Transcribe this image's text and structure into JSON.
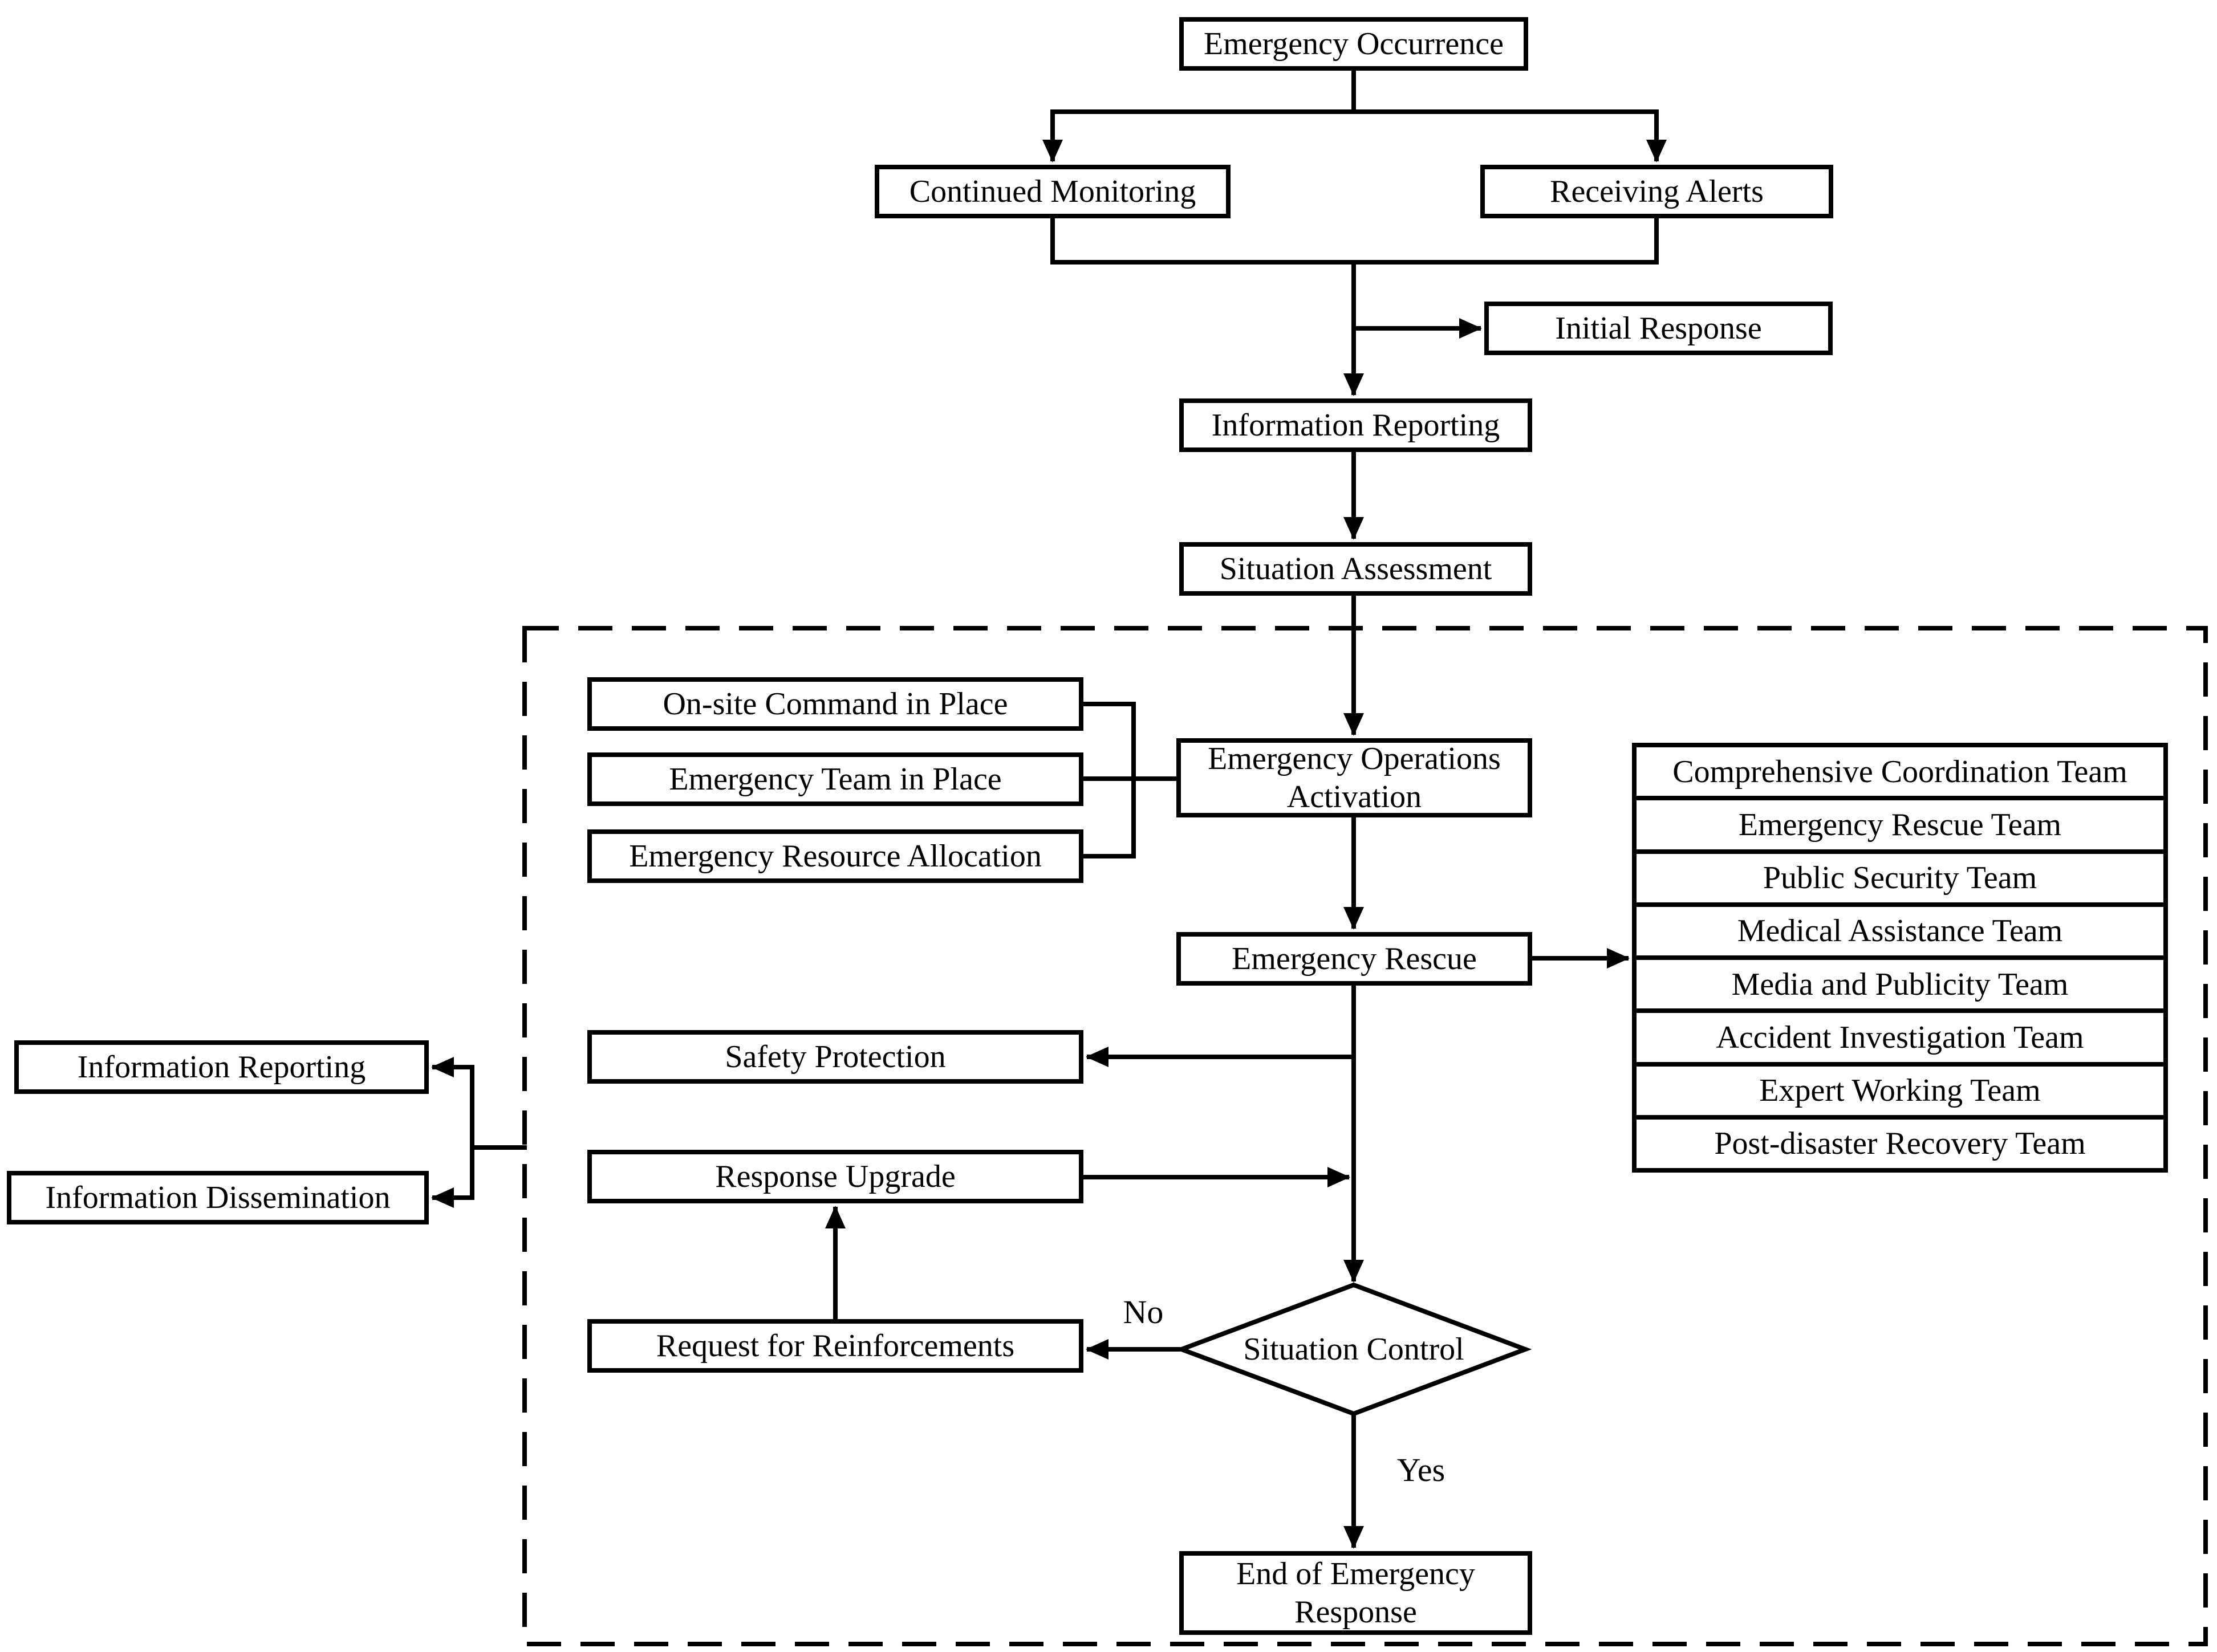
{
  "flow": {
    "emergency_occurrence": "Emergency Occurrence",
    "continued_monitoring": "Continued Monitoring",
    "receiving_alerts": "Receiving Alerts",
    "initial_response": "Initial Response",
    "information_reporting": "Information Reporting",
    "situation_assessment": "Situation Assessment",
    "onsite_command": "On-site Command in Place",
    "emergency_team": "Emergency Team in Place",
    "resource_allocation": "Emergency Resource Allocation",
    "operations_activation": "Emergency Operations Activation",
    "emergency_rescue": "Emergency Rescue",
    "safety_protection": "Safety Protection",
    "response_upgrade": "Response Upgrade",
    "request_reinforcements": "Request for Reinforcements",
    "situation_control": "Situation Control",
    "end_of_response": "End of Emergency Response",
    "info_reporting_external": "Information Reporting",
    "info_dissemination_external": "Information Dissemination"
  },
  "decision": {
    "no": "No",
    "yes": "Yes"
  },
  "teams": [
    "Comprehensive Coordination Team",
    "Emergency Rescue Team",
    "Public Security Team",
    "Medical Assistance Team",
    "Media and Publicity Team",
    "Accident Investigation Team",
    "Expert Working Team",
    "Post-disaster Recovery Team"
  ],
  "colors": {
    "line": "#000000",
    "node_background": "#ffffff"
  }
}
